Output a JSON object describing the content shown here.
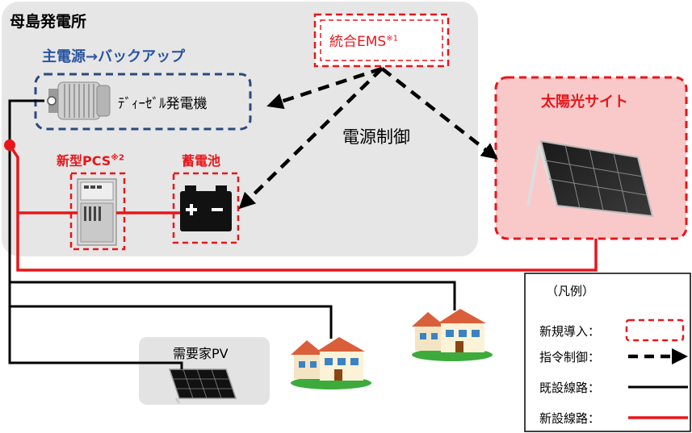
{
  "station": {
    "title": "母島発電所",
    "power_role": "主電源→バックアップ",
    "diesel": "ﾃﾞｨｰｾﾞﾙ発電機",
    "pcs": {
      "name": "新型PCS",
      "note": "※2"
    },
    "battery": "蓄電池"
  },
  "ems": {
    "name": "統合EMS",
    "note": "※1"
  },
  "control_label": "電源制御",
  "solar_site": "太陽光サイト",
  "customer_pv": "需要家PV",
  "legend": {
    "title": "（凡例）",
    "items": [
      {
        "label": "新規導入：",
        "symbol": "red-dashed-box"
      },
      {
        "label": "指令制御：",
        "symbol": "dashed-arrow"
      },
      {
        "label": "既設線路：",
        "symbol": "black-line"
      },
      {
        "label": "新設線路：",
        "symbol": "red-line"
      }
    ]
  },
  "colors": {
    "new_red": "#e8161b",
    "existing_black": "#000000",
    "station_bg": "#e6e6e6",
    "solar_site_bg": "#f9c9c9",
    "diesel_border": "#2b4a7a",
    "title_blue": "#2b55a0"
  }
}
